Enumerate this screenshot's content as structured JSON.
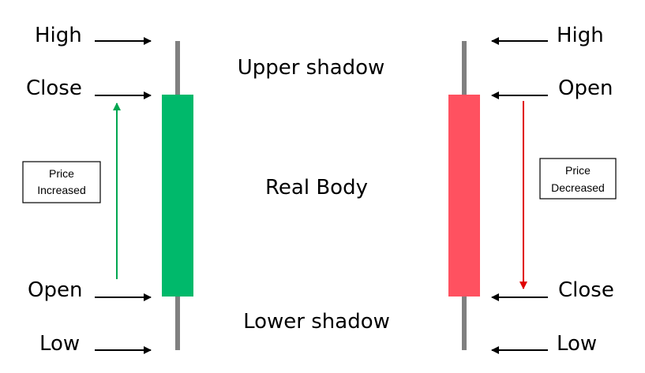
{
  "colors": {
    "bullish_body": "#00b96b",
    "bearish_body": "#ff5160",
    "wick": "#808080",
    "up_arrow": "#00a650",
    "down_arrow": "#e00000",
    "pointer": "#000000"
  },
  "center_labels": {
    "upper_shadow": "Upper shadow",
    "real_body": "Real Body",
    "lower_shadow": "Lower shadow"
  },
  "bullish": {
    "high": "High",
    "close": "Close",
    "open": "Open",
    "low": "Low",
    "box_line1": "Price",
    "box_line2": "Increased"
  },
  "bearish": {
    "high": "High",
    "open": "Open",
    "close": "Close",
    "low": "Low",
    "box_line1": "Price",
    "box_line2": "Decreased"
  }
}
